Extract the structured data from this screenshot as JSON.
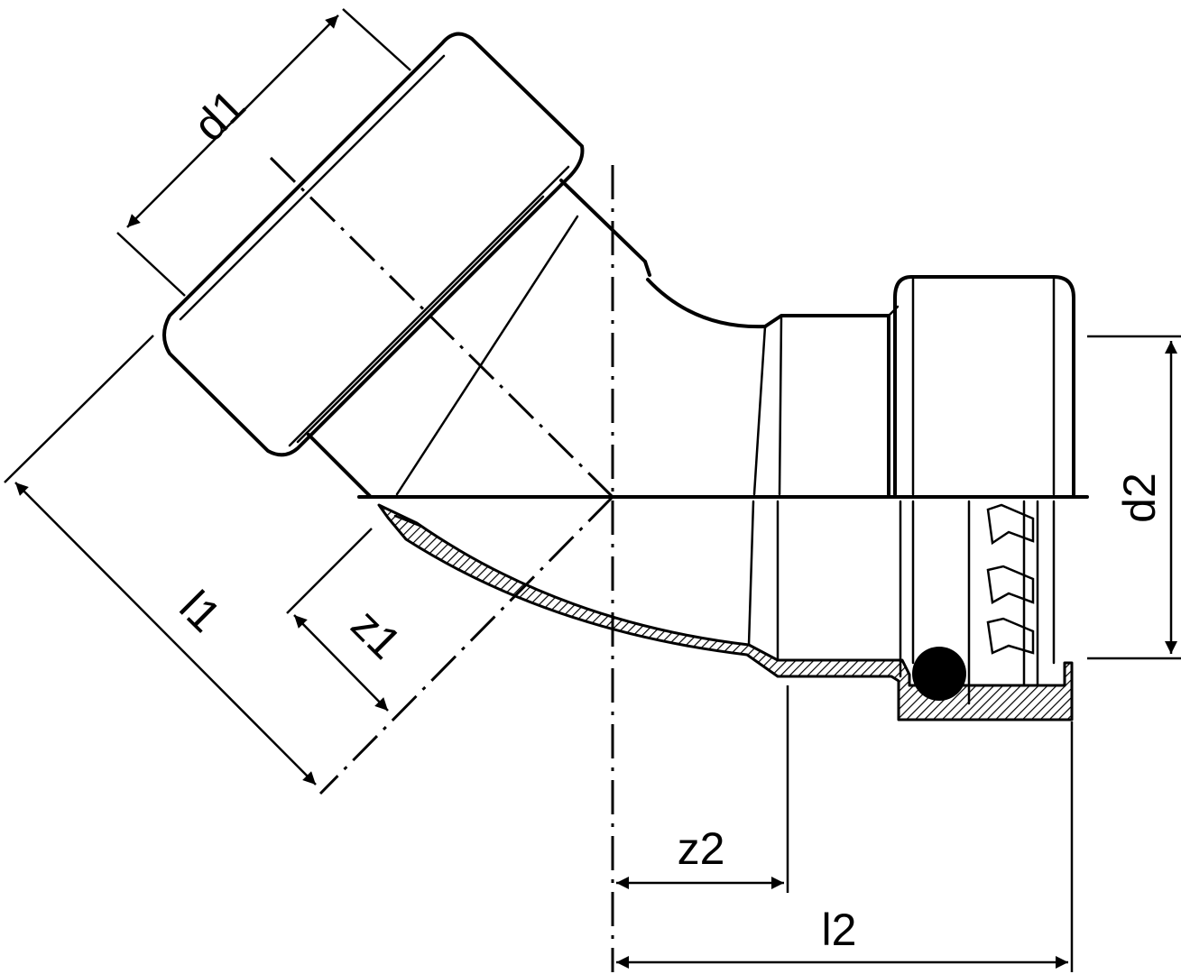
{
  "labels": {
    "d1": "d1",
    "d2": "d2",
    "l1": "l1",
    "z1": "z1",
    "z2": "z2",
    "l2": "l2"
  }
}
